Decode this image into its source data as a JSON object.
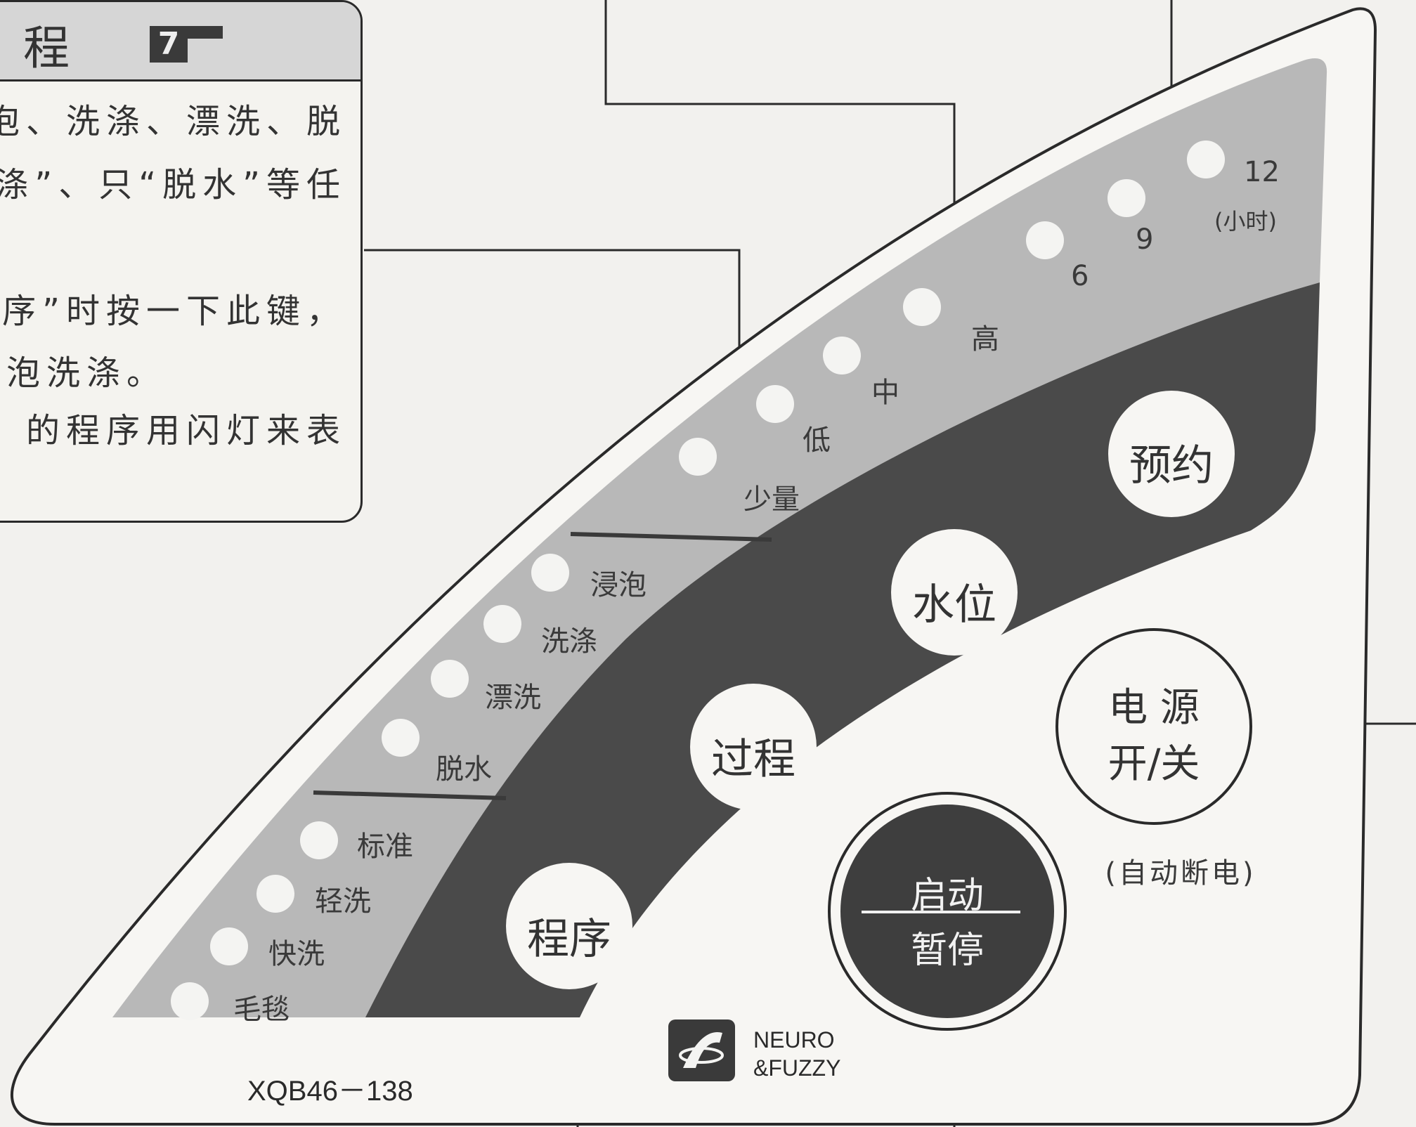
{
  "header": {
    "title": "程",
    "page_number": "7"
  },
  "description_lines": [
    "泡、洗涤、漂洗、脱",
    "涤”、只“脱水”等任",
    "序”时按一下此键，",
    "泡洗涤。",
    "的程序用闪灯来表"
  ],
  "indicators": {
    "program": [
      "标准",
      "轻洗",
      "快洗",
      "毛毯"
    ],
    "process": [
      "浸泡",
      "洗涤",
      "漂洗",
      "脱水"
    ],
    "water_level": [
      "少量",
      "低",
      "中",
      "高"
    ],
    "timer": [
      "6",
      "9",
      "12"
    ],
    "timer_unit": "(小时)"
  },
  "buttons": {
    "program": "程序",
    "process": "过程",
    "water_level": "水位",
    "timer": "预约",
    "power_line1": "电 源",
    "power_line2": "开/关",
    "power_note": "(自动断电)",
    "start_line1": "启动",
    "start_line2": "暂停"
  },
  "brand": {
    "line1": "NEURO",
    "line2": "&FUZZY"
  },
  "model": "XQB46－138",
  "colors": {
    "panel_bg": "#f7f6f3",
    "light_band": "#b8b8b8",
    "dark_band": "#4a4a4a",
    "outline": "#2a2a2a"
  }
}
